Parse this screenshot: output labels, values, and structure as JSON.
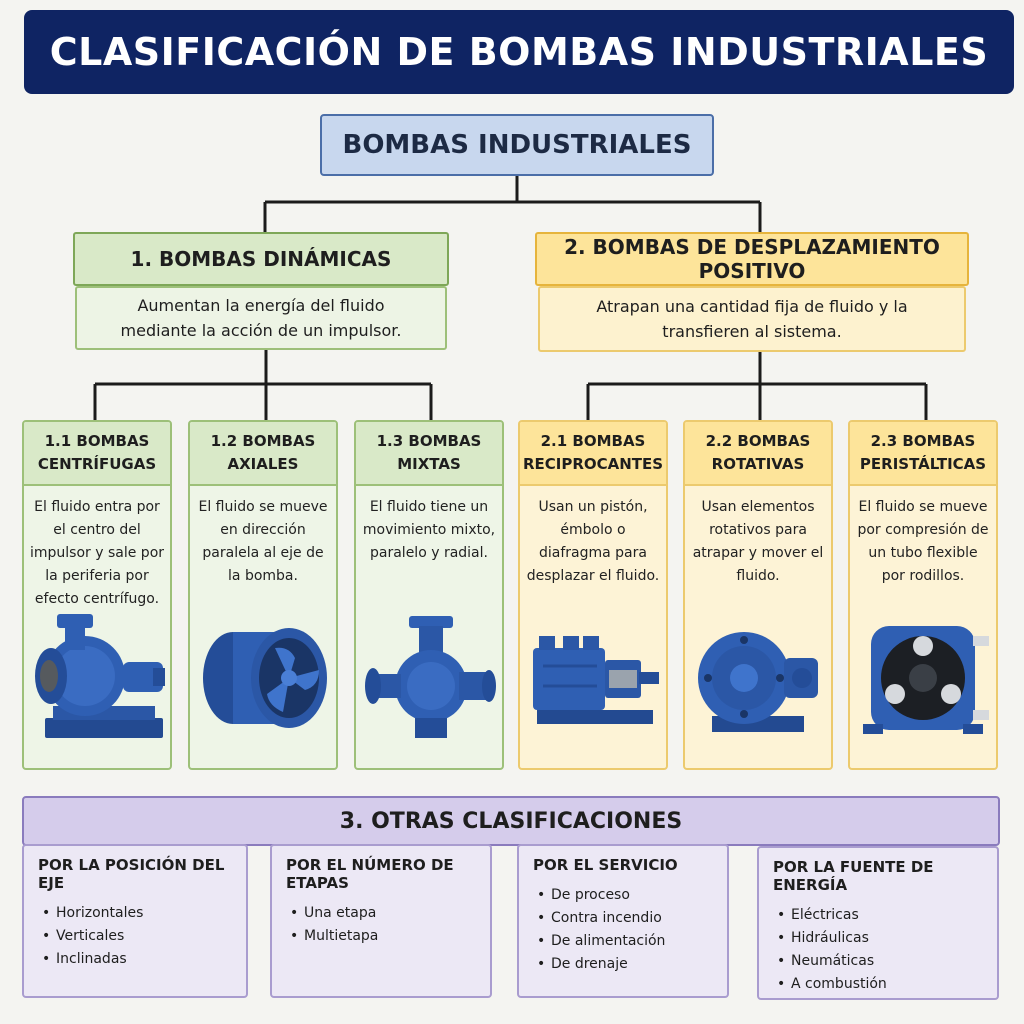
{
  "title": "CLASIFICACIÓN DE BOMBAS INDUSTRIALES",
  "root": "BOMBAS INDUSTRIALES",
  "dynamic": {
    "title": "1. BOMBAS DINÁMICAS",
    "description": "Aumentan la energía del fluido mediante la acción de un impulsor.",
    "types": [
      {
        "title": "1.1 BOMBAS CENTRÍFUGAS",
        "description": "El fluido entra por el centro del impulsor y sale por la periferia por efecto centrífugo."
      },
      {
        "title": "1.2 BOMBAS AXIALES",
        "description": "El fluido se mueve en dirección paralela al eje de la bomba."
      },
      {
        "title": "1.3 BOMBAS MIXTAS",
        "description": "El fluido tiene un movimiento mixto, paralelo y radial."
      }
    ]
  },
  "positive": {
    "title": "2. BOMBAS DE DESPLAZAMIENTO POSITIVO",
    "description": "Atrapan una cantidad fija de fluido y la transfieren al sistema.",
    "types": [
      {
        "title": "2.1 BOMBAS RECIPROCANTES",
        "description": "Usan un pistón, émbolo o diafragma para desplazar el fluido."
      },
      {
        "title": "2.2 BOMBAS ROTATIVAS",
        "description": "Usan elementos rotativos para atrapar y mover el fluido."
      },
      {
        "title": "2.3 BOMBAS PERISTÁLTICAS",
        "description": "El fluido se mueve por compresión de un tubo flexible por rodillos."
      }
    ]
  },
  "others": {
    "title": "3. OTRAS CLASIFICACIONES",
    "groups": [
      {
        "title": "POR LA POSICIÓN DEL EJE",
        "items": [
          "Horizontales",
          "Verticales",
          "Inclinadas"
        ]
      },
      {
        "title": "POR EL NÚMERO DE ETAPAS",
        "items": [
          "Una etapa",
          "Multietapa"
        ]
      },
      {
        "title": "POR EL SERVICIO",
        "items": [
          "De proceso",
          "Contra incendio",
          "De alimentación",
          "De drenaje"
        ]
      },
      {
        "title": "POR LA FUENTE DE ENERGÍA",
        "items": [
          "Eléctricas",
          "Hidráulicas",
          "Neumáticas",
          "A combustión"
        ]
      }
    ]
  },
  "colors": {
    "title_bg": "#0f2463",
    "dynamic": "#7ea758",
    "positive": "#e6b43c",
    "others": "#8a7bbd",
    "pump_blue": "#2f5fb3"
  },
  "icons": [
    "centrifugal-pump-icon",
    "axial-pump-icon",
    "mixed-flow-pump-icon",
    "reciprocating-pump-icon",
    "rotary-pump-icon",
    "peristaltic-pump-icon"
  ]
}
